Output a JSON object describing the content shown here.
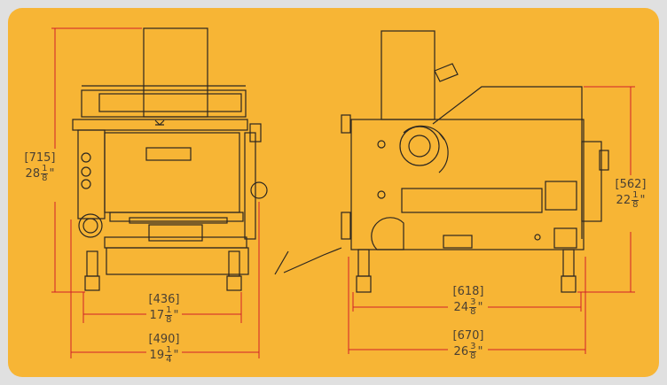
{
  "colors": {
    "background": "#e0e0e0",
    "panel": "#f7b535",
    "outline": "#2b2620",
    "dimension_line": "#d0202a",
    "text": "#4a4033"
  },
  "dimensions": {
    "front_height": {
      "metric": "[715]",
      "whole": "28",
      "num": "1",
      "den": "8",
      "unit": "\""
    },
    "front_inner_width": {
      "metric": "[436]",
      "whole": "17",
      "num": "1",
      "den": "8",
      "unit": "\""
    },
    "front_overall_width": {
      "metric": "[490]",
      "whole": "19",
      "num": "1",
      "den": "4",
      "unit": "\""
    },
    "side_height": {
      "metric": "[562]",
      "whole": "22",
      "num": "1",
      "den": "8",
      "unit": "\""
    },
    "side_inner_width": {
      "metric": "[618]",
      "whole": "24",
      "num": "3",
      "den": "8",
      "unit": "\""
    },
    "side_overall_width": {
      "metric": "[670]",
      "whole": "26",
      "num": "3",
      "den": "8",
      "unit": "\""
    }
  }
}
